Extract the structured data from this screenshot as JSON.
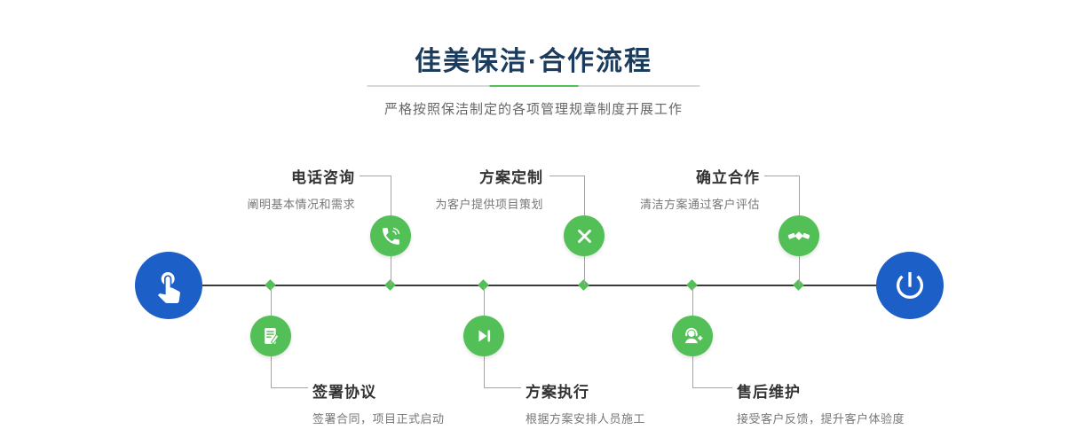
{
  "header": {
    "title": "佳美保洁·合作流程",
    "subtitle": "严格按照保洁制定的各项管理规章制度开展工作"
  },
  "timeline": {
    "start_icon": "hand-pointer-icon",
    "end_icon": "power-icon",
    "node_shape": "diamond"
  },
  "steps": {
    "top": [
      {
        "label": "电话咨询",
        "desc": "阐明基本情况和需求",
        "icon": "phone-icon"
      },
      {
        "label": "方案定制",
        "desc": "为客户提供项目策划",
        "icon": "pen-ruler-icon"
      },
      {
        "label": "确立合作",
        "desc": "清洁方案通过客户评估",
        "icon": "handshake-icon"
      }
    ],
    "bottom": [
      {
        "label": "签署协议",
        "desc": "签署合同，项目正式启动",
        "icon": "contract-icon"
      },
      {
        "label": "方案执行",
        "desc": "根据方案安排人员施工",
        "icon": "play-next-icon"
      },
      {
        "label": "售后维护",
        "desc": "接受客户反馈，提升客户体验度",
        "icon": "headset-support-icon"
      }
    ]
  },
  "colors": {
    "title_navy": "#1c3c5e",
    "accent_green": "#53c057",
    "accent_blue": "#1c5fc7",
    "timeline_dark": "#3a3a3a",
    "connector_gray": "#a5a5a5",
    "label_dark": "#333333",
    "desc_gray": "#777777",
    "underline_gray": "#d8d8d8"
  }
}
